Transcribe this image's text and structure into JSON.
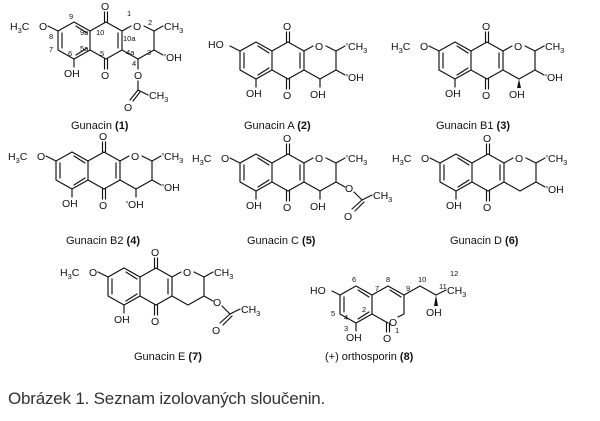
{
  "figure": {
    "compounds": [
      {
        "name": "Gunacin",
        "number": "1"
      },
      {
        "name": "Gunacin A",
        "number": "2"
      },
      {
        "name": "Gunacin B1",
        "number": "3"
      },
      {
        "name": "Gunacin B2",
        "number": "4"
      },
      {
        "name": "Gunacin C",
        "number": "5"
      },
      {
        "name": "Gunacin D",
        "number": "6"
      },
      {
        "name": "Gunacin E",
        "number": "7"
      },
      {
        "name": "(+) orthosporin",
        "number": "8"
      }
    ],
    "labels": {
      "ch3": "CH3",
      "h3co": "H3CO",
      "oh": "OH",
      "ho": "HO",
      "o": "O"
    },
    "numbering": {
      "gunacin": [
        "1",
        "2",
        "3",
        "4",
        "4a",
        "5",
        "5a",
        "6",
        "7",
        "8",
        "9",
        "9a",
        "10",
        "10a"
      ],
      "orthosporin": [
        "1",
        "2",
        "3",
        "4",
        "5",
        "6",
        "7",
        "8",
        "9",
        "10",
        "11",
        "12"
      ]
    }
  },
  "caption": "Obrázek 1. Seznam izolovaných sloučenin."
}
